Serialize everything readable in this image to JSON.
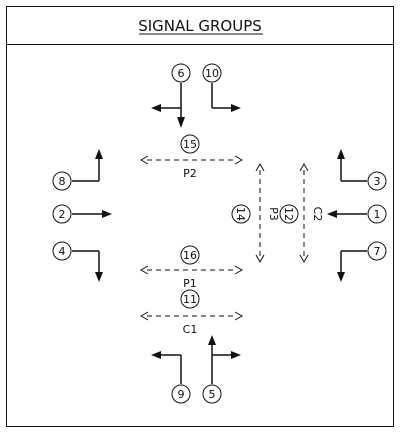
{
  "title": "SIGNAL GROUPS",
  "signals": {
    "s1": "1",
    "s2": "2",
    "s3": "3",
    "s4": "4",
    "s5": "5",
    "s6": "6",
    "s7": "7",
    "s8": "8",
    "s9": "9",
    "s10": "10",
    "s11": "11",
    "s12": "12",
    "s14": "14",
    "s15": "15",
    "s16": "16"
  },
  "crossings": {
    "p1": "P1",
    "p2": "P2",
    "p3": "P3",
    "c1": "C1",
    "c2": "C2"
  }
}
